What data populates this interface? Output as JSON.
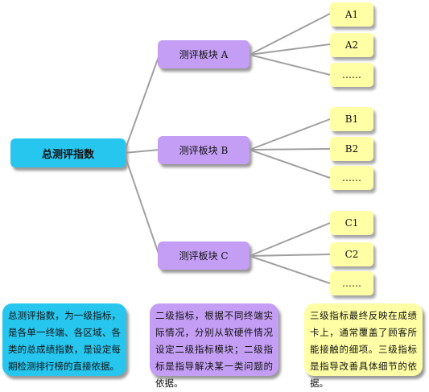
{
  "diagram": {
    "root": {
      "label": "总测评指数"
    },
    "sections": [
      {
        "label": "测评板块 A",
        "children": [
          "A1",
          "A2",
          "……"
        ]
      },
      {
        "label": "测评板块 B",
        "children": [
          "B1",
          "B2",
          "……"
        ]
      },
      {
        "label": "测评板块 C",
        "children": [
          "C1",
          "C2",
          "……"
        ]
      }
    ],
    "notes": [
      "总测评指数，为一级指标，是各单一终端、各区域、各类的总成绩指数，是设定每期检测排行榜的直接依据。",
      "二级指标，根据不同终端实际情况，分别从软硬件情况设定二级指标模块；二级指标是指导解决某一类问题的依据。",
      "三级指标最终反映在成绩卡上，通常覆盖了顾客所能接触的细项。三级指标是指导改善具体细节的依据。"
    ],
    "colors": {
      "level1": "#27c6ef",
      "level2": "#c49ef4",
      "level3": "#ffffa6",
      "connector": "#a0a0a0"
    }
  }
}
